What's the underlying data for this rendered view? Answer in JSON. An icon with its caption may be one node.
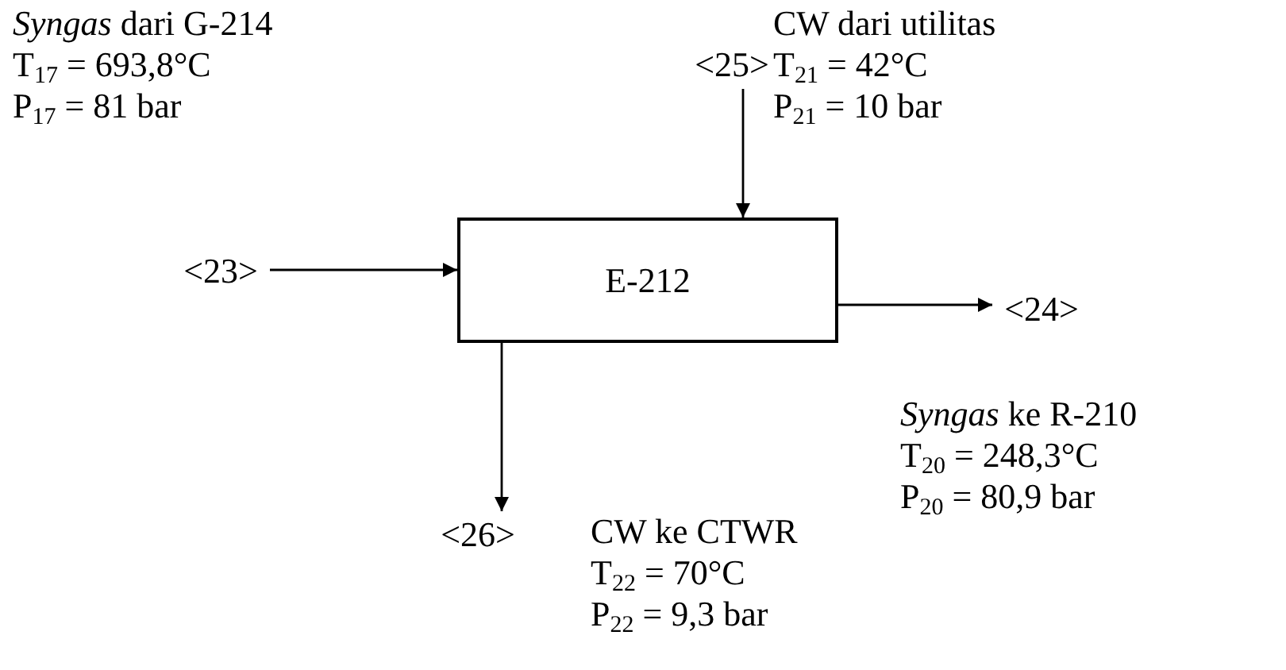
{
  "diagram": {
    "nodes": [
      {
        "text": [
          "<23>"
        ],
        "beside": [
          "*Syngas* dari G-214",
          "T$_{17}$ = 693,8°C",
          "P$_{17}$ = 81 bar"
        ]
      },
      {
        "text": [
          "<25>"
        ],
        "beside": [
          "CW dari utilitas",
          "T$_{21}$ = 42°C",
          "P$_{21}$ = 10 bar"
        ]
      },
      {
        "text": [
          "E-212"
        ]
      },
      {
        "text": [
          "<24>"
        ],
        "beside": [
          "*Syngas* ke R-210",
          "T$_{20}$ = 248,3°C",
          "P$_{20}$ = 80,9 bar"
        ]
      },
      {
        "text": [
          "<26>"
        ],
        "beside": [
          "CW ke CTWR",
          "T$_{22}$ = 70°C",
          "P$_{22}$ = 9,3 bar"
        ]
      }
    ],
    "edges": [
      {
        "from": 0,
        "to": 2,
        "arrow": "to"
      },
      {
        "from": 1,
        "to": 2,
        "arrow": "to"
      },
      {
        "from": 2,
        "to": 3,
        "arrow": "to"
      },
      {
        "from": 2,
        "to": 4,
        "arrow": "to"
      }
    ]
  }
}
